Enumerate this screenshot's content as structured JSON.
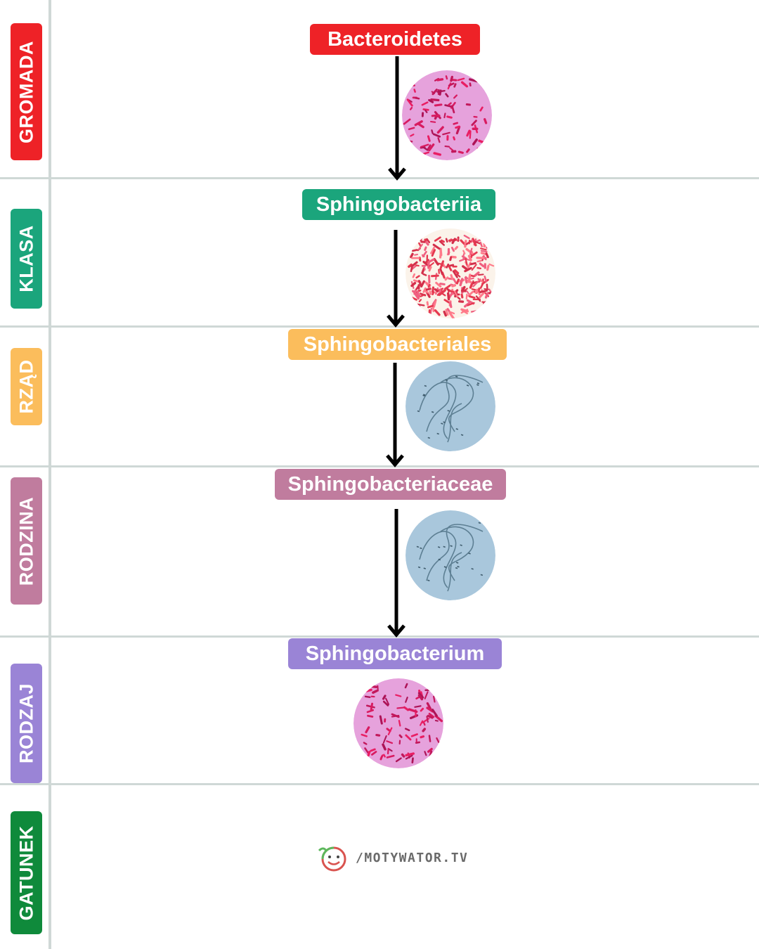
{
  "ranks": [
    {
      "label": "GROMADA",
      "color": "#ee2227"
    },
    {
      "label": "KLASA",
      "color": "#1ba57c"
    },
    {
      "label": "RZĄD",
      "color": "#fbbd5c"
    },
    {
      "label": "RODZINA",
      "color": "#c07c9e"
    },
    {
      "label": "RODZAJ",
      "color": "#9a84d6"
    },
    {
      "label": "GATUNEK",
      "color": "#0f8a3b"
    }
  ],
  "taxa": [
    {
      "name": "Bacteroidetes",
      "color": "#ee2227"
    },
    {
      "name": "Sphingobacteriia",
      "color": "#1ba57c"
    },
    {
      "name": "Sphingobacteriales",
      "color": "#fbbd5c"
    },
    {
      "name": "Sphingobacteriaceae",
      "color": "#c07c9e"
    },
    {
      "name": "Sphingobacterium",
      "color": "#9a84d6"
    }
  ],
  "images": [
    {
      "kind": "gram-stain-pink",
      "icon": "microscopy-image-icon"
    },
    {
      "kind": "gram-stain-dense-red",
      "icon": "microscopy-image-icon"
    },
    {
      "kind": "filament-blue",
      "icon": "microscopy-image-icon"
    },
    {
      "kind": "filament-blue",
      "icon": "microscopy-image-icon"
    },
    {
      "kind": "gram-stain-pink",
      "icon": "microscopy-image-icon"
    }
  ],
  "watermark": {
    "text": "/MOTYWATOR.TV",
    "icon": "motywator-logo-icon"
  }
}
